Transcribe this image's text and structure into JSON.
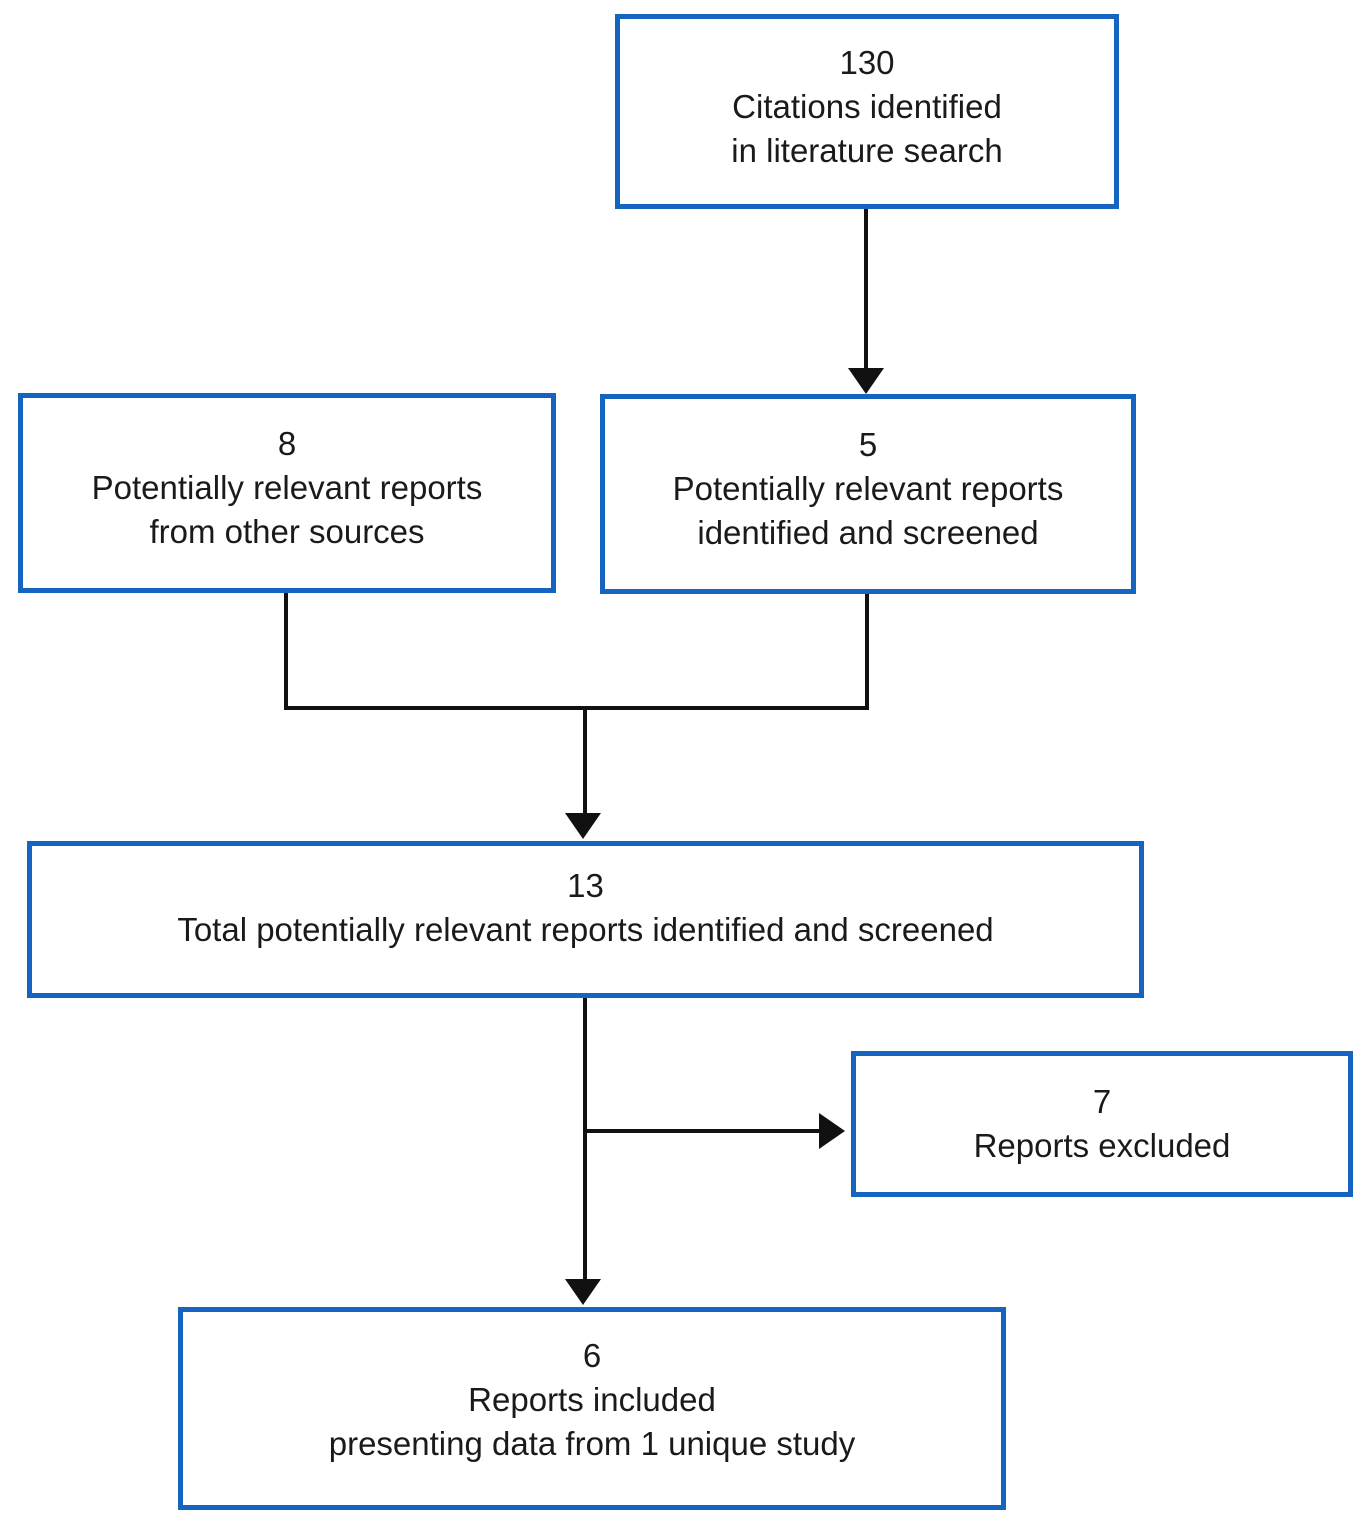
{
  "colors": {
    "box_border": "#1565c0",
    "connector": "#111111",
    "text": "#1a1a1a",
    "background": "#ffffff"
  },
  "boxes": {
    "citations": {
      "count": "130",
      "line1": "Citations identified",
      "line2": "in literature search"
    },
    "other_sources": {
      "count": "8",
      "line1": "Potentially relevant reports",
      "line2": "from other sources"
    },
    "screened": {
      "count": "5",
      "line1": "Potentially relevant reports",
      "line2": "identified and screened"
    },
    "total": {
      "count": "13",
      "line1": "Total potentially relevant reports identified and screened"
    },
    "excluded": {
      "count": "7",
      "line1": "Reports excluded"
    },
    "included": {
      "count": "6",
      "line1": "Reports included",
      "line2": "presenting data from 1 unique study"
    }
  }
}
